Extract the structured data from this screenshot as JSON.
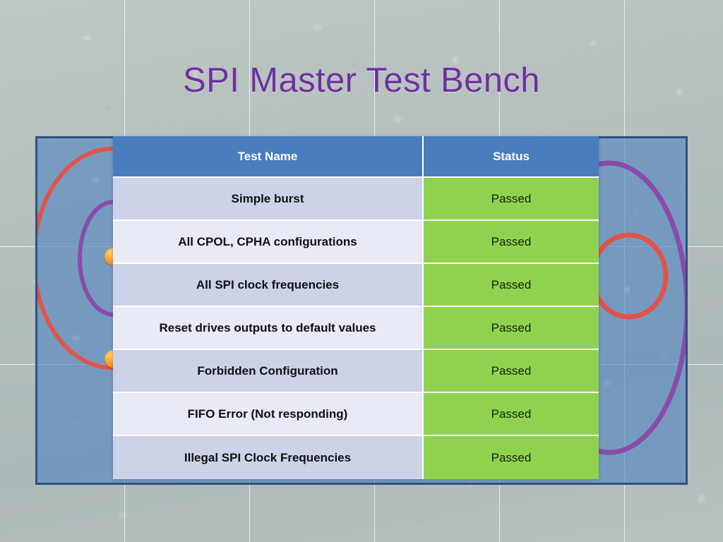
{
  "slide": {
    "title": "SPI Master Test Bench",
    "title_color": "#7030a0",
    "background_color": "#b4bfbd",
    "content_box": {
      "fill_color": "#5d8cc0",
      "border_color": "#2f5184"
    },
    "decorations": {
      "ellipse_red_color": "#e0534a",
      "ellipse_purple_color": "#8a4bab",
      "sphere_color": "#ffa52e",
      "sphere_count": 2,
      "grid_line_color": "#ffffff"
    }
  },
  "table": {
    "header": {
      "background_color": "#4a7dbd",
      "text_color": "#ffffff",
      "columns": [
        "Test Name",
        "Status"
      ]
    },
    "status_colors": {
      "passed_background": "#8fd24f",
      "row_even_background": "#ccd3e8",
      "row_odd_background": "#e8ebf5"
    },
    "rows": [
      {
        "name": "Simple burst",
        "status": "Passed"
      },
      {
        "name": "All CPOL, CPHA configurations",
        "status": "Passed"
      },
      {
        "name": "All SPI clock frequencies",
        "status": "Passed"
      },
      {
        "name": "Reset drives outputs to default values",
        "status": "Passed"
      },
      {
        "name": "Forbidden Configuration",
        "status": "Passed"
      },
      {
        "name": "FIFO Error (Not responding)",
        "status": "Passed"
      },
      {
        "name": "Illegal SPI Clock Frequencies",
        "status": "Passed"
      }
    ]
  }
}
